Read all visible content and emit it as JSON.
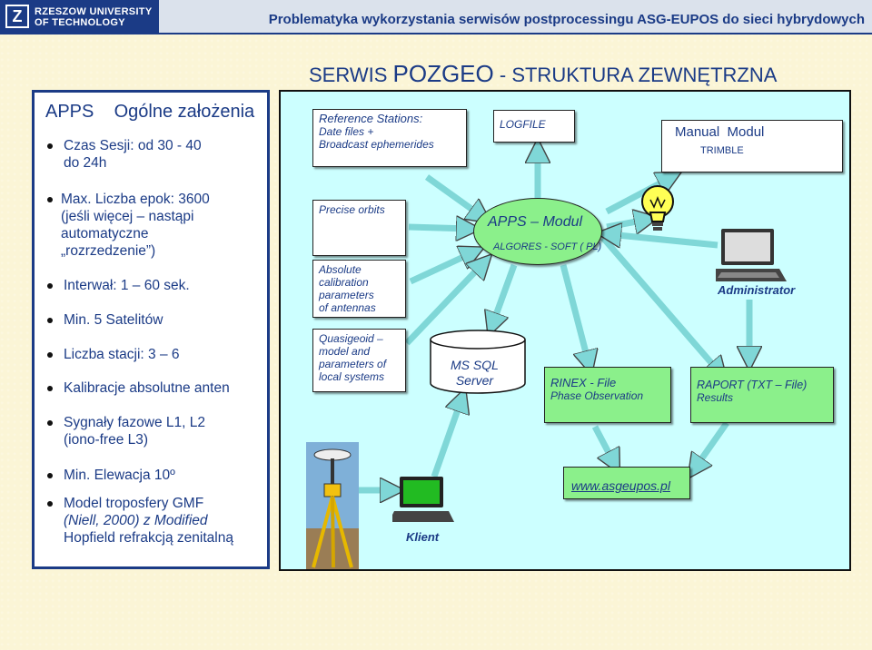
{
  "header": {
    "logo_mark": "Z",
    "logo_line1": "RZESZOW UNIVERSITY",
    "logo_line2": "OF TECHNOLOGY",
    "title": "Problematyka wykorzystania serwisów postprocessingu ASG-EUPOS do sieci hybrydowych"
  },
  "main_title": {
    "part1": "SERWIS ",
    "part2": "POZGEO",
    "part3": " - STRUKTURA ZEWNĘTRZNA"
  },
  "left_panel": {
    "title": "APPS    Ogólne założenia",
    "bullets": [
      {
        "lines": [
          "Czas  Sesji:  od  30  -  40",
          "do 24h"
        ]
      },
      {
        "lines": [
          "Max. Liczba epok:  3600",
          "(jeśli więcej – nastąpi",
          "automatyczne",
          "„rozrzedzenie”)"
        ]
      },
      {
        "lines": [
          "Interwał: 1 – 60 sek."
        ]
      },
      {
        "lines": [
          "Min.  5  Satelitów"
        ]
      },
      {
        "lines": [
          "Liczba stacji:  3 – 6"
        ]
      },
      {
        "lines": [
          "Kalibracje absolutne anten"
        ]
      },
      {
        "lines": [
          "Sygnały fazowe  L1, L2",
          "(iono-free L3)"
        ]
      },
      {
        "lines": [
          "Min. Elewacja 10º"
        ]
      },
      {
        "lines": [
          "Model  troposfery GMF",
          "(Niell, 2000) z  Modified",
          "Hopfield refrakcją zenitalną"
        ]
      }
    ]
  },
  "diagram": {
    "reference_stations": [
      "Reference Stations:",
      "Date files +",
      "Broadcast ephemerides"
    ],
    "logfile": "LOGFILE",
    "manual_modul": "Manual  Modul",
    "manual_sub": "TRIMBLE",
    "precise_orbits": "Precise orbits",
    "absolute_calibration": [
      "Absolute",
      "calibration",
      "parameters",
      "of antennas"
    ],
    "quasigeoid": [
      "Quasigeoid –",
      "model and",
      "parameters  of",
      "local  systems"
    ],
    "apps_modul": "APPS – Modul",
    "apps_sub": "ALGORES - SOFT ( PL)",
    "ms_sql": [
      "MS SQL",
      "Server"
    ],
    "rinex": [
      "RINEX - File",
      "Phase Observation"
    ],
    "raport": [
      "RAPORT (TXT – File)",
      "Results"
    ],
    "administrator": "Administrator",
    "klient": "Klient",
    "www": "www.asgeupos.pl"
  },
  "colors": {
    "navy": "#1b3b86",
    "diagram_bg": "#ccffff",
    "green_box": "#8bf08b",
    "arrow": "#7fd7d7",
    "page_bg": "#fbf5d6"
  },
  "icons": [
    "lightbulb-icon",
    "laptop-icon",
    "antenna-tripod-icon",
    "database-cylinder-icon"
  ]
}
